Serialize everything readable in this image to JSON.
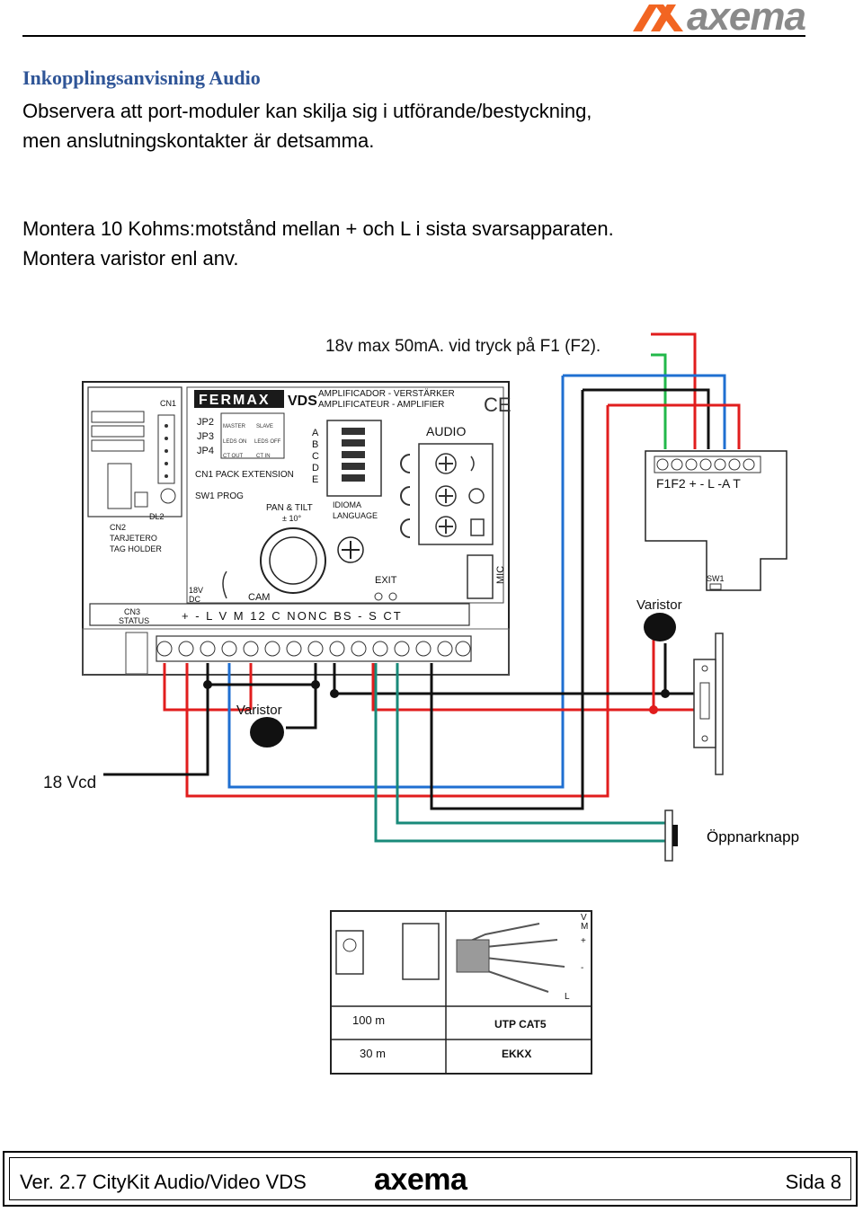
{
  "header": {
    "brand": "axema"
  },
  "heading": "Inkopplingsanvisning Audio",
  "paragraph1": [
    "Observera att port-moduler kan skilja sig i utförande/bestyckning,",
    "men anslutningskontakter är detsamma."
  ],
  "paragraph2": [
    "Montera 10 Kohms:motstånd mellan + och L i sista svarsapparaten.",
    "Montera varistor enl anv."
  ],
  "diagram": {
    "note": "18v max 50mA. vid tryck på F1 (F2).",
    "supply_label": "18 Vcd",
    "varistor_label": "Varistor",
    "opener_label": "Öppnarknapp",
    "panel": {
      "brand": "FERMAX",
      "model": "VDS",
      "amp_line1": "AMPLIFICADOR - VERSTÄRKER",
      "amp_line2": "AMPLIFICATEUR - AMPLIFIER",
      "ce": "CE",
      "cn1": "CN1",
      "jp2": "JP2",
      "jp3": "JP3",
      "jp4": "JP4",
      "master": "MASTER",
      "slave": "SLAVE",
      "leds_on": "LEDS ON",
      "leds_off": "LEDS OFF",
      "ct_out": "CT OUT",
      "ct_in": "CT IN",
      "cn1_pack": "CN1  PACK EXTENSION",
      "sw1_prog": "SW1  PROG",
      "abcde": [
        "A",
        "B",
        "C",
        "D",
        "E"
      ],
      "audio": "AUDIO",
      "pan_tilt": "PAN & TILT",
      "pan_tilt_sub": "± 10°",
      "idioma": "IDIOMA",
      "language": "LANGUAGE",
      "cn2": "CN2",
      "tarjetero": "TARJETERO",
      "tag_holder": "TAG HOLDER",
      "dl2": "DL2",
      "v18": "18V",
      "dc": "DC",
      "cam": "CAM",
      "exit": "EXIT",
      "mic": "MIC",
      "cn3": "CN3",
      "status": "STATUS",
      "terminals": "+  -  L  V  M  12  C NONC  BS  -  S  CT"
    },
    "handset": {
      "terminals": "F1F2 +  -  L -A T",
      "sw1": "SW1"
    },
    "cable_table": {
      "wires": [
        "V",
        "M",
        "+",
        "-",
        "L"
      ],
      "rows": [
        {
          "distance": "100 m",
          "cable": "UTP CAT5"
        },
        {
          "distance": "30 m",
          "cable": "EKKX"
        }
      ]
    }
  },
  "footer": {
    "left": "Ver. 2.7 CityKit Audio/Video VDS",
    "brand": "axema",
    "right": "Sida 8"
  },
  "colors": {
    "heading": "#2f5597",
    "wire_red": "#e11d1d",
    "wire_blue": "#1f6fd1",
    "wire_green": "#22b84a",
    "wire_teal": "#198a7a",
    "wire_black": "#111111",
    "logo_orange": "#f26522",
    "logo_grey": "#8a8a8a"
  }
}
